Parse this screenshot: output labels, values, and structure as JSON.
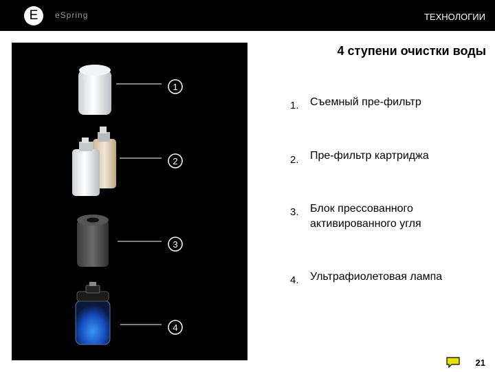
{
  "header": {
    "logo_letter": "E",
    "brand": "eSpring",
    "section": "ТЕХНОЛОГИИ"
  },
  "title": "4 ступени очистки воды",
  "photo": {
    "callouts": [
      "1",
      "2",
      "3",
      "4"
    ]
  },
  "stages": [
    {
      "number": "1.",
      "text": "Съемный пре-фильтр"
    },
    {
      "number": "2.",
      "text": "Пре-фильтр картриджа"
    },
    {
      "number": "3.",
      "text": "Блок прессованного активированного угля"
    },
    {
      "number": "4.",
      "text": "Ультрафиолетовая лампа"
    }
  ],
  "footer": {
    "page_number": "21",
    "comment_icon": "speech-bubble-icon",
    "comment_color": "#e8e000"
  }
}
